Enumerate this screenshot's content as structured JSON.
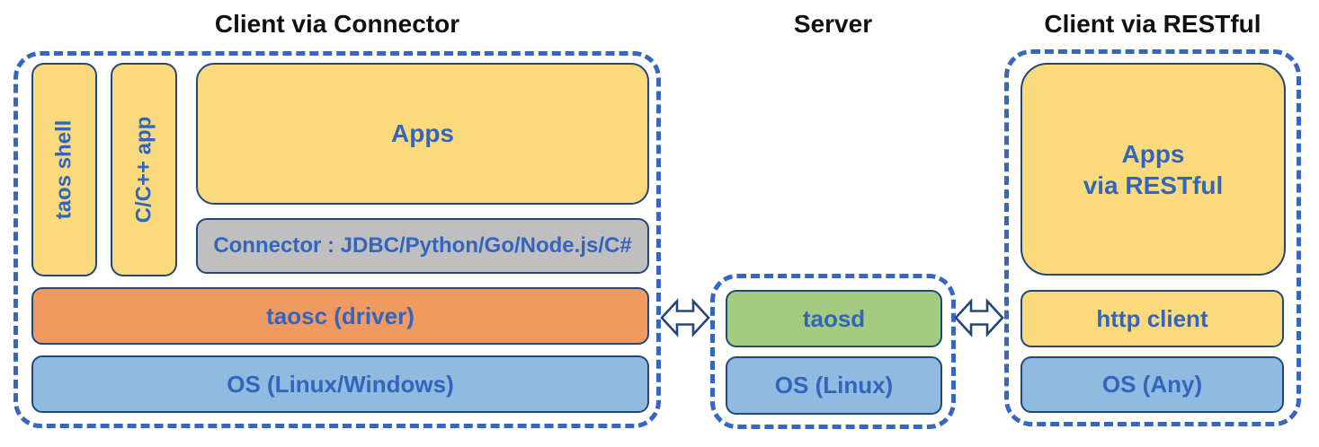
{
  "diagram": {
    "sections": {
      "connector": {
        "title": "Client via Connector",
        "taos_shell": "taos shell",
        "cpp_app": "C/C++ app",
        "apps": "Apps",
        "connector_bar": "Connector : JDBC/Python/Go/Node.js/C#",
        "taosc": "taosc (driver)",
        "os": "OS (Linux/Windows)"
      },
      "server": {
        "title": "Server",
        "taosd": "taosd",
        "os": "OS (Linux)"
      },
      "restful": {
        "title": "Client via RESTful",
        "apps_line1": "Apps",
        "apps_line2": "via RESTful",
        "http_client": "http client",
        "os": "OS (Any)"
      }
    },
    "icons": {
      "left_link": "double-headed-horizontal-arrow",
      "right_link": "double-headed-horizontal-arrow"
    },
    "colors": {
      "dashed_border": "#3766BF",
      "box_border": "#24477B",
      "label_text": "#3465BD",
      "title_text": "#111111",
      "yellow_fill": "#FBDA7D",
      "orange_fill": "#F09A61",
      "blue_fill": "#8FBBE1",
      "green_fill": "#A3CC7E",
      "gray_fill": "#BFBFBF",
      "arrow_fill": "#FFFFFF"
    }
  }
}
